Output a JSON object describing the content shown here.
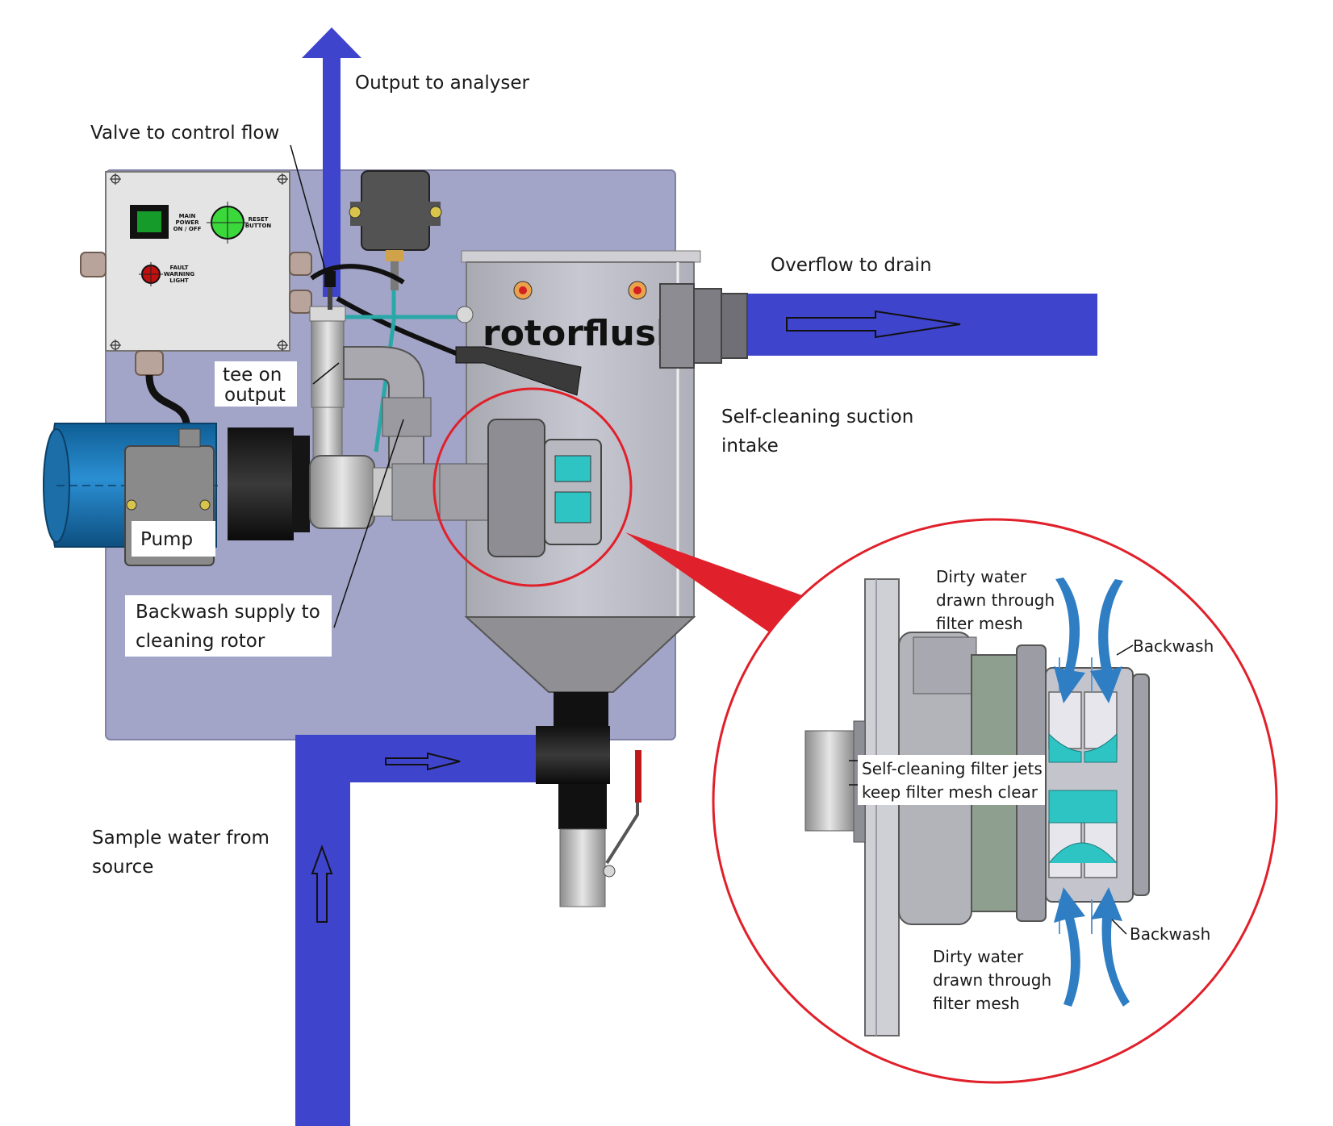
{
  "labels": {
    "output_to_analyser": "Output to analyser",
    "valve_to_control_flow": "Valve to control flow",
    "overflow_to_drain": "Overflow to drain",
    "tee_on_output_line1": "tee on",
    "tee_on_output_line2": "output",
    "self_cleaning_intake_line1": "Self-cleaning suction",
    "self_cleaning_intake_line2": "intake",
    "pump": "Pump",
    "backwash_supply_line1": "Backwash supply to",
    "backwash_supply_line2": "cleaning rotor",
    "sample_water_line1": "Sample water from",
    "sample_water_line2": "source"
  },
  "control_box": {
    "main_power_line1": "MAIN",
    "main_power_line2": "POWER",
    "main_power_line3": "ON / OFF",
    "reset_line1": "RESET",
    "reset_line2": "BUTTON",
    "fault_line1": "FAULT",
    "fault_line2": "WARNING",
    "fault_line3": "LIGHT"
  },
  "brand": "rotorflush",
  "detail": {
    "dirty_top_line1": "Dirty water",
    "dirty_top_line2": "drawn through",
    "dirty_top_line3": "filter mesh",
    "backwash_top": "Backwash",
    "jets_line1": "Self-cleaning filter jets",
    "jets_line2": "keep filter mesh clear",
    "dirty_bottom_line1": "Dirty water",
    "dirty_bottom_line2": "drawn through",
    "dirty_bottom_line3": "filter mesh",
    "backwash_bottom": "Backwash"
  },
  "colors": {
    "flow_pipe": "#3f44cc",
    "panel": "#a3a5c8",
    "pump_blue": "#1d77b5",
    "highlight_red": "#e0202a",
    "cyan_pipe": "#2aa8a8",
    "arrow_blue": "#2f7ec4"
  }
}
